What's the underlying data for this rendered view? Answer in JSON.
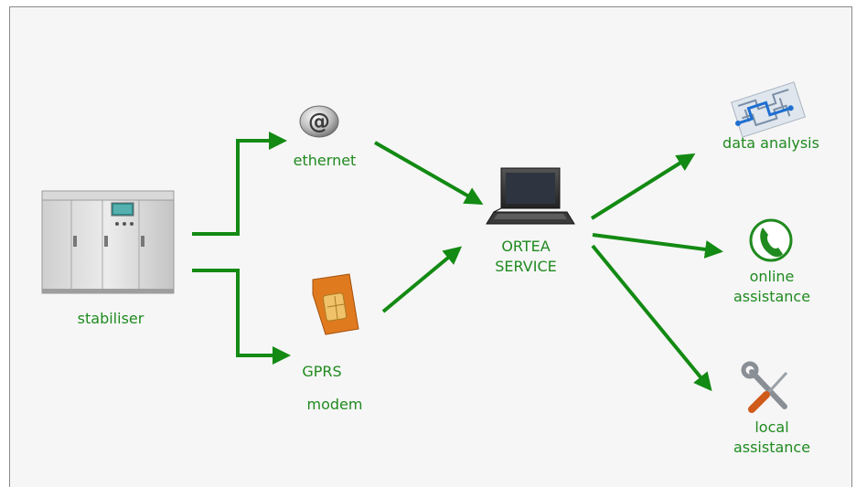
{
  "labels": {
    "stabiliser": "stabiliser",
    "ethernet": "ethernet",
    "gprs": "GPRS",
    "modem": "modem",
    "ortea_line1": "ORTEA",
    "ortea_line2": "SERVICE",
    "data_analysis": "data analysis",
    "online_line1": "online",
    "online_line2": "assistance",
    "local_line1": "local",
    "local_line2": "assistance"
  },
  "icons": {
    "stabiliser": "stabiliser-cabinet-icon",
    "ethernet": "at-sign-icon",
    "gprs": "sim-card-icon",
    "ortea": "laptop-icon",
    "data_analysis": "maze-icon",
    "online": "phone-icon",
    "local": "wrench-screwdriver-icon"
  },
  "colors": {
    "arrow": "#138a13",
    "label": "#1f8a1f",
    "background": "#f6f6f6",
    "sim": "#e07a1f"
  }
}
